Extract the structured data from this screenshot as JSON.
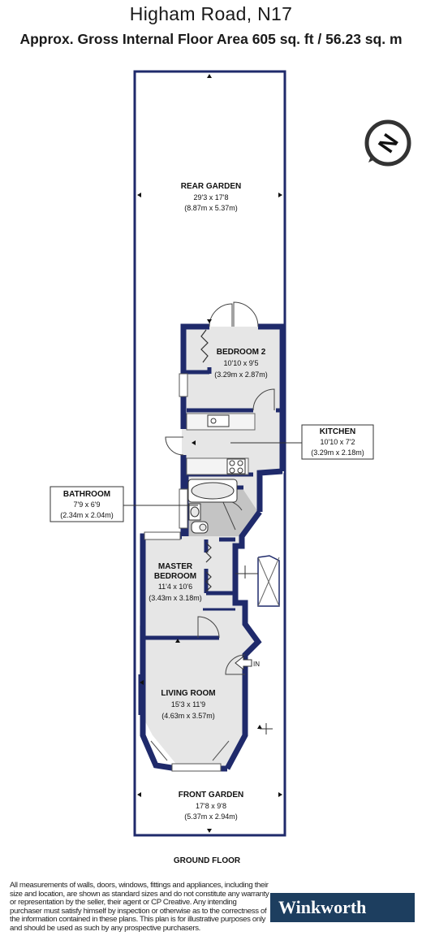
{
  "header": {
    "title": "Higham Road, N17",
    "subtitle": "Approx. Gross Internal Floor Area 605 sq. ft / 56.23 sq. m"
  },
  "rooms": {
    "rear_garden": {
      "name": "REAR GARDEN",
      "imperial": "29'3 x 17'8",
      "metric": "(8.87m x 5.37m)"
    },
    "bedroom2": {
      "name": "BEDROOM 2",
      "imperial": "10'10 x 9'5",
      "metric": "(3.29m x 2.87m)"
    },
    "kitchen": {
      "name": "KITCHEN",
      "imperial": "10'10 x 7'2",
      "metric": "(3.29m x 2.18m)"
    },
    "bathroom": {
      "name": "BATHROOM",
      "imperial": "7'9 x 6'9",
      "metric": "(2.34m x 2.04m)"
    },
    "master_bedroom": {
      "name_line1": "MASTER",
      "name_line2": "BEDROOM",
      "imperial": "11'4 x 10'6",
      "metric": "(3.43m x 3.18m)"
    },
    "living_room": {
      "name": "LIVING ROOM",
      "imperial": "15'3 x 11'9",
      "metric": "(4.63m x 3.57m)"
    },
    "front_garden": {
      "name": "FRONT GARDEN",
      "imperial": "17'8 x 9'8",
      "metric": "(5.37m x 2.94m)"
    }
  },
  "entrance_label": "IN",
  "compass_letter": "N",
  "floor_label": "GROUND FLOOR",
  "disclaimer": "All measurements of walls, doors, windows, fittings and appliances, including their size and location, are shown as standard sizes and do not constitute any warranty or representation by the seller, their agent or CP Creative. Any intending purchaser must satisfy himself by inspection or otherwise as to the correctness of the information contained in these plans. This plan is for illustrative purposes only and should be used as such by any prospective purchasers.",
  "brand": "Winkworth",
  "colors": {
    "wall": "#1f2a6b",
    "room_fill": "#e6e6e6",
    "bathroom_fill": "#c4c4c4",
    "brand": "#1d3e5f"
  }
}
